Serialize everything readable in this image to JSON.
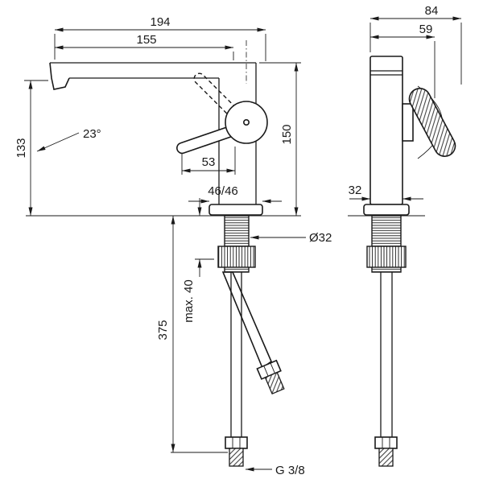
{
  "side_view": {
    "dim_total_reach": "194",
    "dim_spout_reach": "155",
    "dim_spout_height": "133",
    "dim_spout_angle": "23°",
    "dim_body_height": "150",
    "dim_handle_length": "53",
    "dim_base_offsets": "46/46",
    "dim_shank_diameter": "Ø32",
    "dim_max_mounting": "max. 40",
    "dim_hose_length": "375",
    "dim_connection_thread": "G 3/8"
  },
  "front_view": {
    "dim_total_width": "84",
    "dim_handle_width": "59",
    "dim_base_width": "32"
  }
}
